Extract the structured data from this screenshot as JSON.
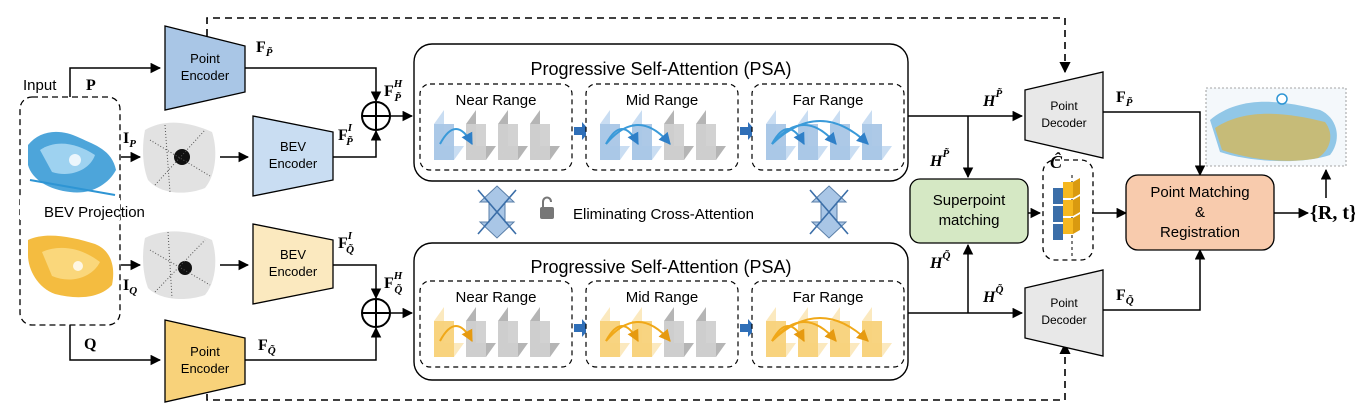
{
  "input_label": "Input",
  "bev_projection_label": "BEV Projection",
  "source_cloud_label": "P",
  "target_cloud_label": "Q",
  "bev_image_p": {
    "base": "I",
    "sub": "P"
  },
  "bev_image_q": {
    "base": "I",
    "sub": "Q"
  },
  "point_encoder_label": [
    "Point",
    "Encoder"
  ],
  "bev_encoder_label": [
    "BEV",
    "Encoder"
  ],
  "point_decoder_label": [
    "Point",
    "Decoder"
  ],
  "feat_point_p": {
    "base": "F",
    "sub": "P̃"
  },
  "feat_bev_p": {
    "base": "F",
    "sup": "I",
    "sub": "P̃"
  },
  "feat_hybrid_p": {
    "base": "F",
    "sup": "H",
    "sub": "P̃"
  },
  "feat_point_q": {
    "base": "F",
    "sub": "Q̃"
  },
  "feat_bev_q": {
    "base": "F",
    "sup": "I",
    "sub": "Q̃"
  },
  "feat_hybrid_q": {
    "base": "F",
    "sup": "H",
    "sub": "Q̃"
  },
  "psa_title": "Progressive Self-Attention (PSA)",
  "ranges": [
    "Near Range",
    "Mid Range",
    "Far Range"
  ],
  "eliminating_label": "Eliminating Cross-Attention",
  "h_p": {
    "base": "H",
    "sup": "P̃"
  },
  "h_q": {
    "base": "H",
    "sup": "Q̃"
  },
  "superpoint_label": [
    "Superpoint",
    "matching"
  ],
  "correspondence_label": "Ĉ",
  "decoded_p": {
    "base": "F",
    "sub": "P̃"
  },
  "decoded_q": {
    "base": "F",
    "sub": "Q̃"
  },
  "matching_label": [
    "Point Matching",
    "&",
    "Registration"
  ],
  "output_label": "{R, t}",
  "colors": {
    "blue_fill": "#a9c6e6",
    "blue_light": "#c9ddf2",
    "yellow_fill": "#f8d27a",
    "yellow_light": "#fbe9bf",
    "decoder_fill": "#e8e8e8",
    "superpoint_fill": "#d5e8c4",
    "matching_fill": "#f8cbad",
    "attention_blue": "#3a9ad9",
    "attention_orange": "#f0a818"
  }
}
